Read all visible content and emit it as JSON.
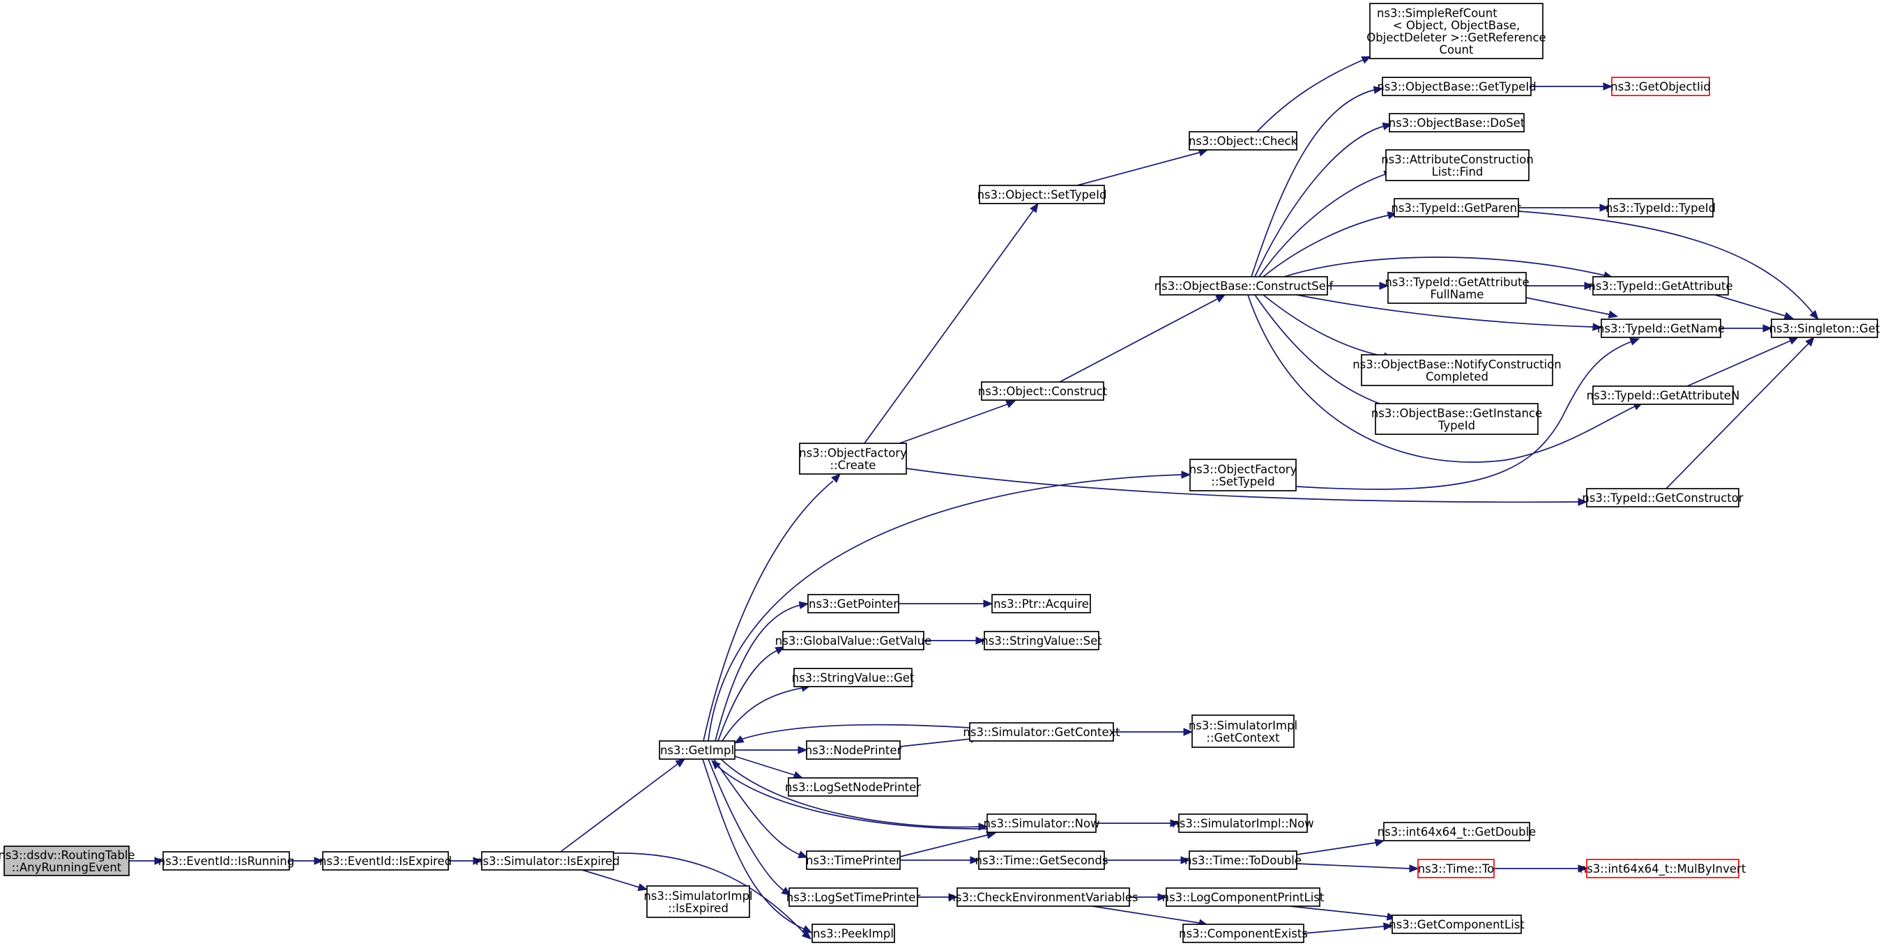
{
  "diagram": {
    "colors": {
      "edge": "#191970",
      "root_fill": "#bfbfbf",
      "undocumented_border": "#ff0000"
    },
    "nodes": [
      {
        "id": "root",
        "lines": [
          "ns3::dsdv::RoutingTable",
          "::AnyRunningEvent"
        ],
        "root": true
      },
      {
        "id": "eid_isrunning",
        "lines": [
          "ns3::EventId::IsRunning"
        ]
      },
      {
        "id": "eid_isexpired",
        "lines": [
          "ns3::EventId::IsExpired"
        ]
      },
      {
        "id": "sim_isexpired",
        "lines": [
          "ns3::Simulator::IsExpired"
        ]
      },
      {
        "id": "simimpl_isexpired",
        "lines": [
          "ns3::SimulatorImpl",
          "::IsExpired"
        ]
      },
      {
        "id": "getimpl",
        "lines": [
          "ns3::GetImpl"
        ]
      },
      {
        "id": "peekimpl",
        "lines": [
          "ns3::PeekImpl"
        ]
      },
      {
        "id": "objfactory_create",
        "lines": [
          "ns3::ObjectFactory",
          "::Create"
        ]
      },
      {
        "id": "obj_settypeid",
        "lines": [
          "ns3::Object::SetTypeId"
        ]
      },
      {
        "id": "obj_construct",
        "lines": [
          "ns3::Object::Construct"
        ]
      },
      {
        "id": "obj_check",
        "lines": [
          "ns3::Object::Check"
        ]
      },
      {
        "id": "srefcount",
        "lines": [
          "ns3::SimpleRefCount",
          "< Object, ObjectBase,",
          "ObjectDeleter >::GetReference",
          "Count"
        ]
      },
      {
        "id": "objbase_constructself",
        "lines": [
          "ns3::ObjectBase::ConstructSelf"
        ]
      },
      {
        "id": "objbase_gettypeid",
        "lines": [
          "ns3::ObjectBase::GetTypeId"
        ]
      },
      {
        "id": "getobjectiid",
        "lines": [
          "ns3::GetObjectIid"
        ],
        "undocumented": true
      },
      {
        "id": "objbase_doset",
        "lines": [
          "ns3::ObjectBase::DoSet"
        ]
      },
      {
        "id": "attrconstr_find",
        "lines": [
          "ns3::AttributeConstruction",
          "List::Find"
        ]
      },
      {
        "id": "typeid_getparent",
        "lines": [
          "ns3::TypeId::GetParent"
        ]
      },
      {
        "id": "typeid_typeid",
        "lines": [
          "ns3::TypeId::TypeId"
        ]
      },
      {
        "id": "typeid_getattrfullname",
        "lines": [
          "ns3::TypeId::GetAttribute",
          "FullName"
        ]
      },
      {
        "id": "typeid_getattribute",
        "lines": [
          "ns3::TypeId::GetAttribute"
        ]
      },
      {
        "id": "typeid_getname",
        "lines": [
          "ns3::TypeId::GetName"
        ]
      },
      {
        "id": "singleton_get",
        "lines": [
          "ns3::Singleton::Get"
        ]
      },
      {
        "id": "objbase_notify",
        "lines": [
          "ns3::ObjectBase::NotifyConstruction",
          "Completed"
        ]
      },
      {
        "id": "objbase_getinstance",
        "lines": [
          "ns3::ObjectBase::GetInstance",
          "TypeId"
        ]
      },
      {
        "id": "typeid_getattributen",
        "lines": [
          "ns3::TypeId::GetAttributeN"
        ]
      },
      {
        "id": "objfactory_settypeid",
        "lines": [
          "ns3::ObjectFactory",
          "::SetTypeId"
        ]
      },
      {
        "id": "typeid_getconstructor",
        "lines": [
          "ns3::TypeId::GetConstructor"
        ]
      },
      {
        "id": "getpointer",
        "lines": [
          "ns3::GetPointer"
        ]
      },
      {
        "id": "ptr_acquire",
        "lines": [
          "ns3::Ptr::Acquire"
        ]
      },
      {
        "id": "gv_getvalue",
        "lines": [
          "ns3::GlobalValue::GetValue"
        ]
      },
      {
        "id": "sv_set",
        "lines": [
          "ns3::StringValue::Set"
        ]
      },
      {
        "id": "sv_get",
        "lines": [
          "ns3::StringValue::Get"
        ]
      },
      {
        "id": "sim_getcontext",
        "lines": [
          "ns3::Simulator::GetContext"
        ]
      },
      {
        "id": "simimpl_getcontext",
        "lines": [
          "ns3::SimulatorImpl",
          "::GetContext"
        ]
      },
      {
        "id": "nodeprinter",
        "lines": [
          "ns3::NodePrinter"
        ]
      },
      {
        "id": "logsetnodeprinter",
        "lines": [
          "ns3::LogSetNodePrinter"
        ]
      },
      {
        "id": "sim_now",
        "lines": [
          "ns3::Simulator::Now"
        ]
      },
      {
        "id": "simimpl_now",
        "lines": [
          "ns3::SimulatorImpl::Now"
        ]
      },
      {
        "id": "timeprinter",
        "lines": [
          "ns3::TimePrinter"
        ]
      },
      {
        "id": "time_getseconds",
        "lines": [
          "ns3::Time::GetSeconds"
        ]
      },
      {
        "id": "time_todouble",
        "lines": [
          "ns3::Time::ToDouble"
        ]
      },
      {
        "id": "int64_getdouble",
        "lines": [
          "ns3::int64x64_t::GetDouble"
        ]
      },
      {
        "id": "time_to",
        "lines": [
          "ns3::Time::To"
        ],
        "undocumented": true
      },
      {
        "id": "int64_mulbyinvert",
        "lines": [
          "ns3::int64x64_t::MulByInvert"
        ],
        "undocumented": true
      },
      {
        "id": "logsettimeprinter",
        "lines": [
          "ns3::LogSetTimePrinter"
        ]
      },
      {
        "id": "checkenv",
        "lines": [
          "ns3::CheckEnvironmentVariables"
        ]
      },
      {
        "id": "logcompprintlist",
        "lines": [
          "ns3::LogComponentPrintList"
        ]
      },
      {
        "id": "componentexists",
        "lines": [
          "ns3::ComponentExists"
        ]
      },
      {
        "id": "getcomponentlist",
        "lines": [
          "ns3::GetComponentList"
        ]
      }
    ]
  }
}
